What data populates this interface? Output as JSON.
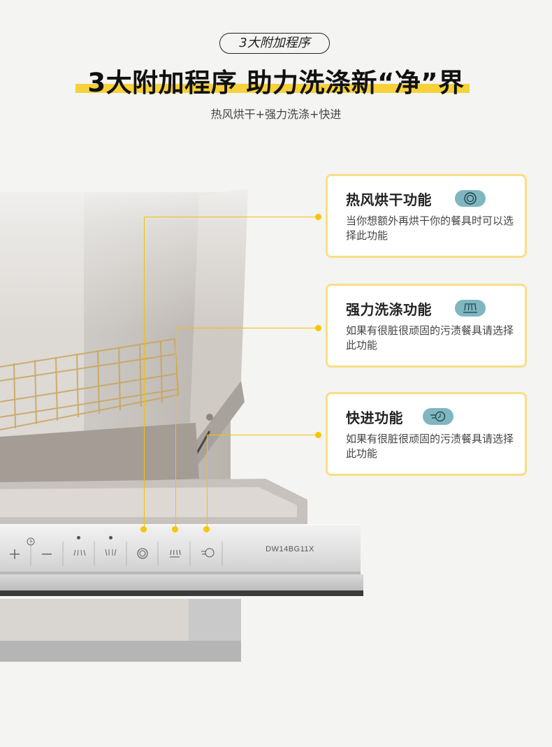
{
  "header": {
    "pill_label": "3大附加程序",
    "title": "3大附加程序 助力洗涤新“净”界",
    "subtitle": "热风烘干+强力洗涤+快进"
  },
  "product": {
    "model": "DW14BG11X",
    "panel_icons": [
      "clock-icon",
      "plus-icon",
      "minus-icon",
      "spray-icon",
      "spray-wide-icon",
      "hot-air-dry-icon",
      "intensive-wash-icon",
      "quick-wash-icon"
    ]
  },
  "features": [
    {
      "title": "热风烘干功能",
      "icon": "hot-air-dry-icon",
      "description": "当你想额外再烘干你的餐具时可以选择此功能"
    },
    {
      "title": "强力洗涤功能",
      "icon": "intensive-wash-icon",
      "description": "如果有很脏很顽固的污渍餐具请选择此功能"
    },
    {
      "title": "快进功能",
      "icon": "quick-wash-icon",
      "description": "如果有很脏很顽固的污渍餐具请选择此功能"
    }
  ],
  "colors": {
    "accent_yellow": "#f7d13a",
    "card_border": "#f8df84",
    "badge_teal": "#7fb6bf",
    "background": "#f4f4f3"
  }
}
